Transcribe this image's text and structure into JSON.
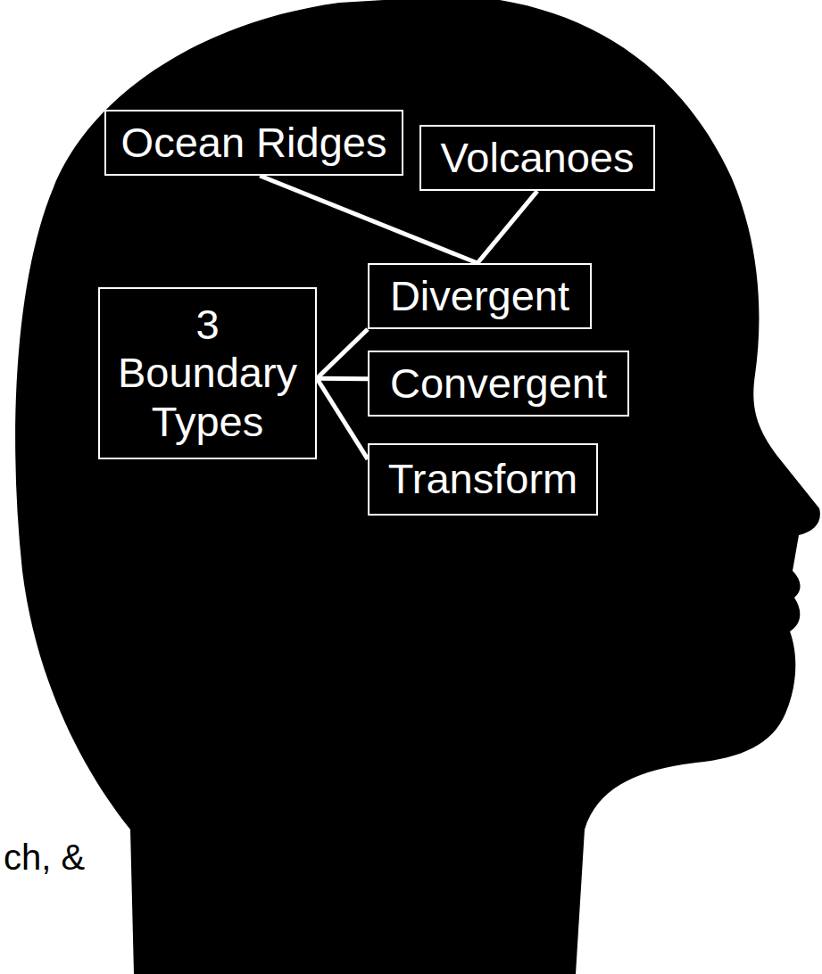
{
  "diagram": {
    "nodes": [
      {
        "text": [
          "Ocean Ridges"
        ]
      },
      {
        "text": [
          "Volcanoes"
        ]
      },
      {
        "text": [
          "3 Boundary Types"
        ]
      },
      {
        "text": [
          "Divergent"
        ]
      },
      {
        "text": [
          "Convergent"
        ]
      },
      {
        "text": [
          "Transform"
        ]
      }
    ],
    "edges": [
      {
        "from": 2,
        "to": 3,
        "arrow": "none"
      },
      {
        "from": 2,
        "to": 4,
        "arrow": "none"
      },
      {
        "from": 2,
        "to": 5,
        "arrow": "none"
      },
      {
        "from": 3,
        "to": 0,
        "arrow": "none"
      },
      {
        "from": 3,
        "to": 1,
        "arrow": "none"
      }
    ],
    "labels": [
      "ch, &"
    ]
  }
}
